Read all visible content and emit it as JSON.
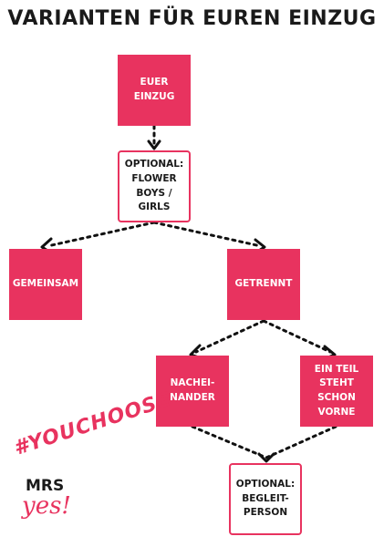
{
  "title": "VARIANTEN FÜR EUREN EINZUG",
  "nodes": {
    "euer_einzug": "EUER\nEINZUG",
    "flower": "OPTIONAL:\nFLOWER\nBOYS /\nGIRLS",
    "gemeinsam": "GEMEINSAM",
    "getrennt": "GETRENNT",
    "nacheinander": "NACHEI-\nNANDER",
    "ein_teil": "EIN TEIL\nSTEHT\nSCHON\nVORNE",
    "begleit": "OPTIONAL:\nBEGLEIT-\nPERSON"
  },
  "hashtag": "#YOUCHOOSE",
  "logo": {
    "top": "MRS",
    "bottom": "yes!"
  },
  "colors": {
    "accent": "#e8335f",
    "text": "#1a1a1a"
  }
}
